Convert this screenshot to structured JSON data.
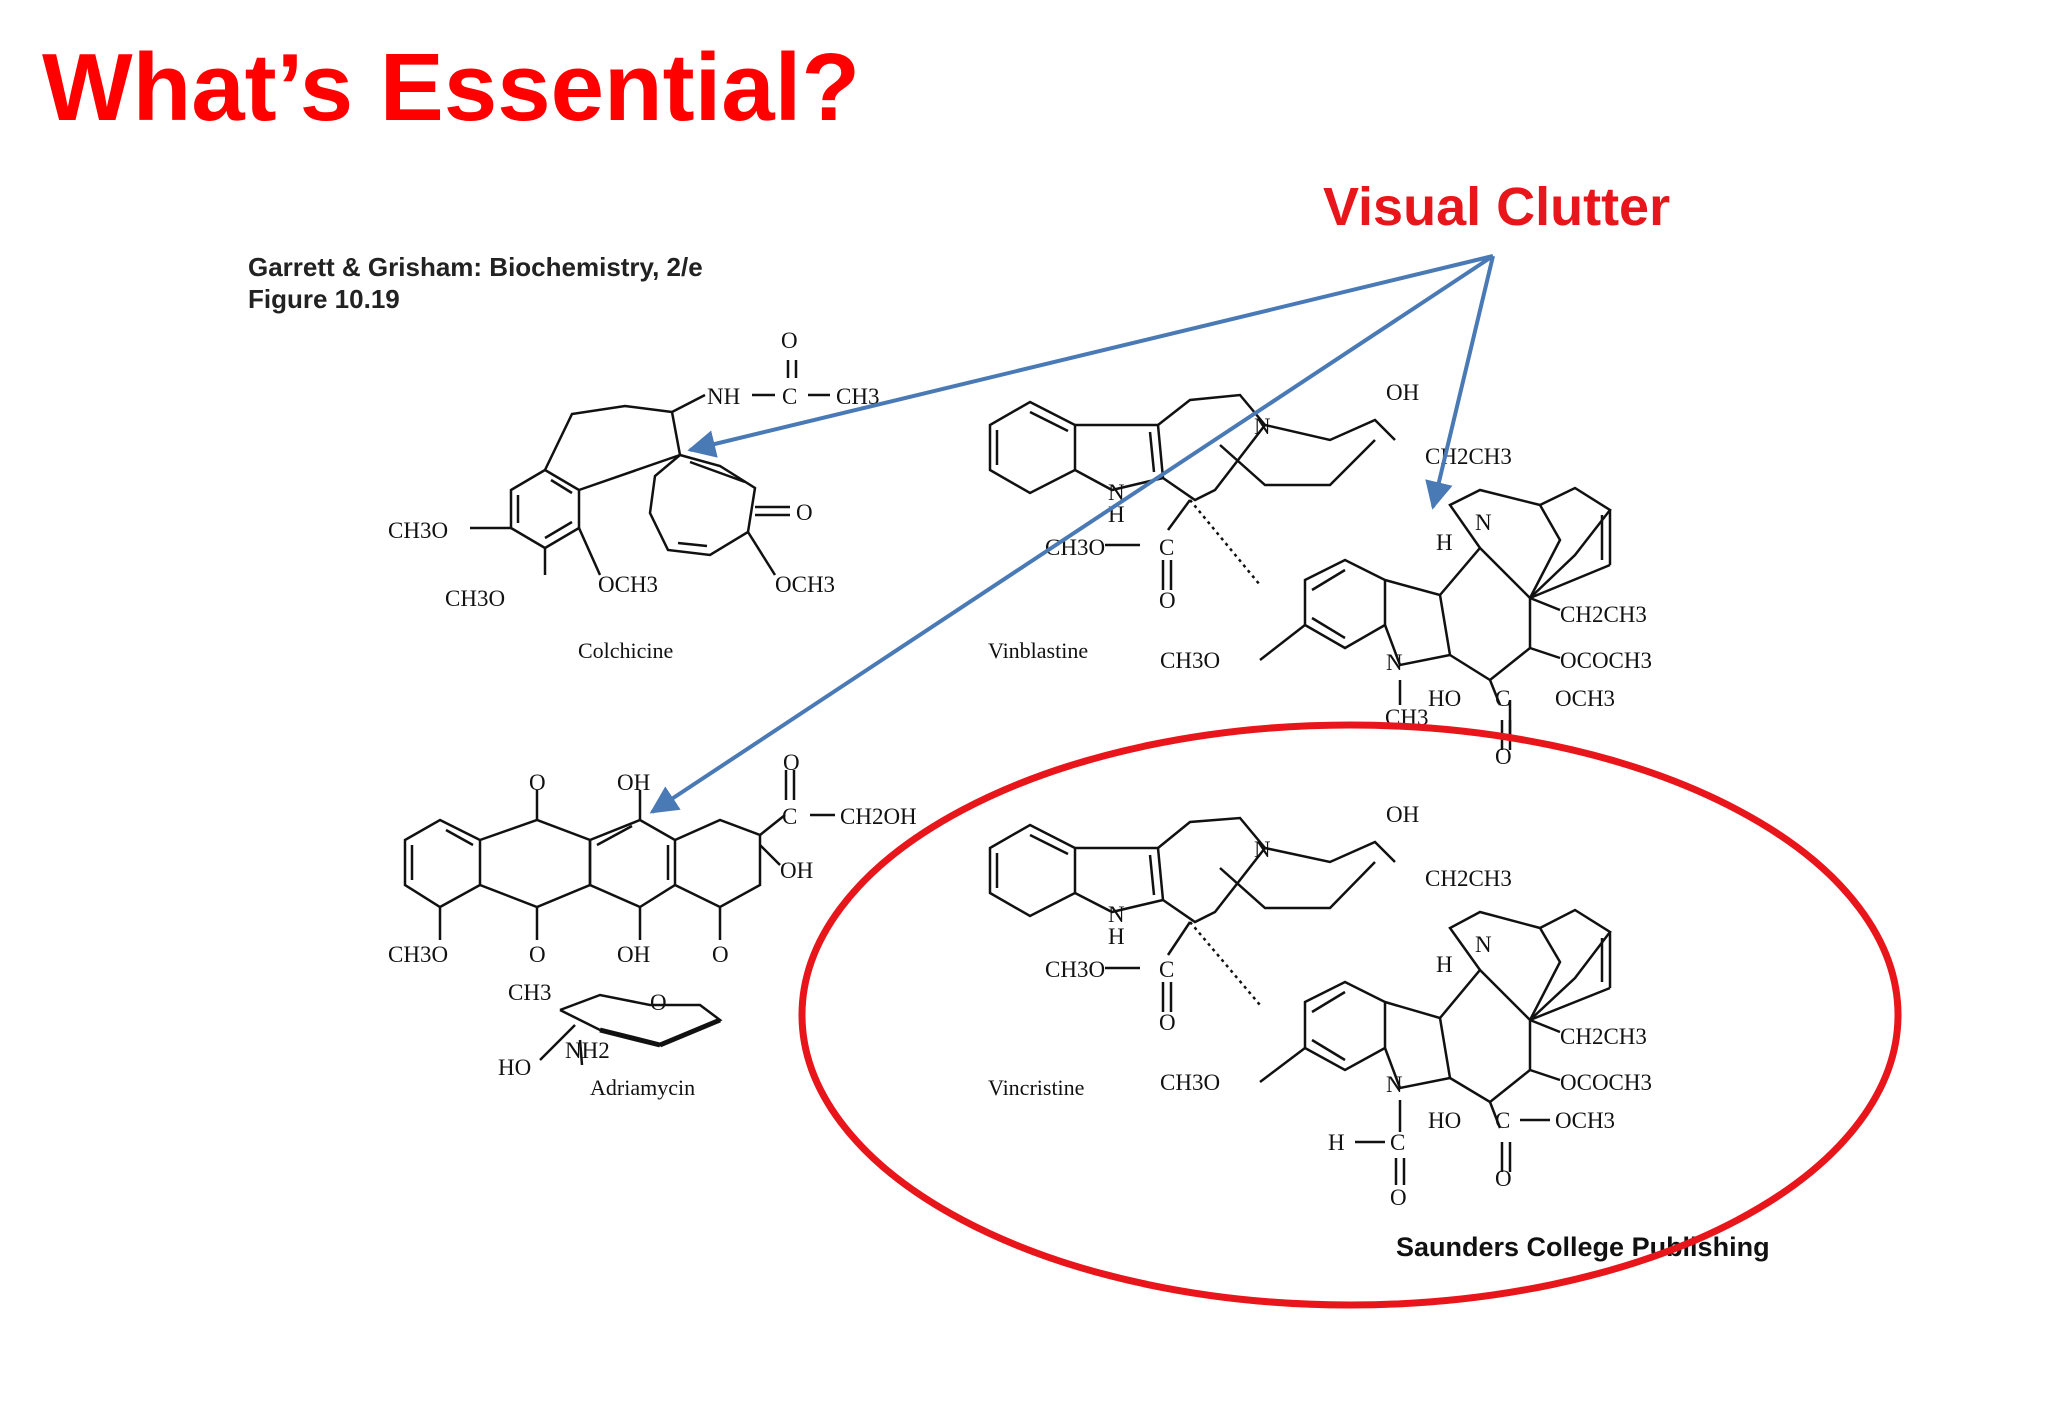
{
  "slide": {
    "title": "What’s Essential?",
    "callout": "Visual Clutter",
    "accent_color": "#ff0000",
    "arrow_color": "#4a7ab5"
  },
  "figure": {
    "source_line1": "Garrett & Grisham: Biochemistry, 2/e",
    "source_line2": "Figure 10.19",
    "publisher": "Saunders College Publishing",
    "molecules": {
      "colchicine": {
        "name": "Colchicine",
        "labels": [
          "O",
          "NH",
          "C",
          "CH3",
          "CH3O",
          "OCH3",
          "CH3O",
          "O",
          "OCH3"
        ]
      },
      "vinblastine": {
        "name": "Vinblastine",
        "labels": [
          "OH",
          "N",
          "CH2CH3",
          "N",
          "H",
          "N",
          "H",
          "CH3O",
          "C",
          "O",
          "CH2CH3",
          "OCOCH3",
          "CH3O",
          "N",
          "HO",
          "C",
          "OCH3",
          "CH3",
          "O"
        ]
      },
      "adriamycin": {
        "name": "Adriamycin",
        "labels": [
          "O",
          "OH",
          "O",
          "C",
          "CH2OH",
          "OH",
          "CH3O",
          "O",
          "OH",
          "O",
          "CH3",
          "O",
          "NH2",
          "HO"
        ]
      },
      "vincristine": {
        "name": "Vincristine",
        "labels": [
          "OH",
          "N",
          "CH2CH3",
          "N",
          "H",
          "N",
          "H",
          "CH3O",
          "C",
          "O",
          "CH2CH3",
          "OCOCH3",
          "CH3O",
          "N",
          "HO",
          "C",
          "OCH3",
          "H",
          "C",
          "O",
          "O"
        ]
      }
    }
  }
}
